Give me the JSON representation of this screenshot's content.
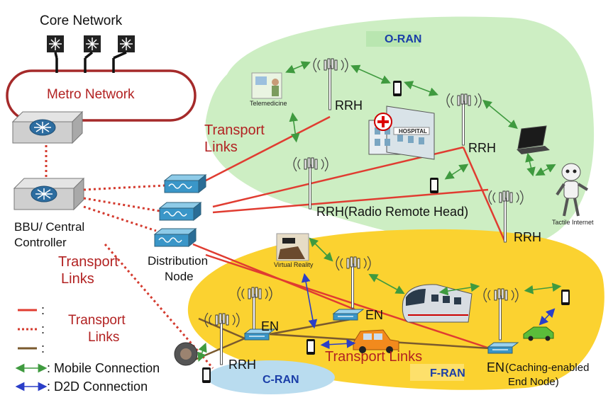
{
  "labels": {
    "core_network": "Core Network",
    "metro_network": "Metro Network",
    "bbu_line1": "BBU/ Central",
    "bbu_line2": "Controller",
    "distribution_line1": "Distribution",
    "distribution_line2": "Node",
    "transport_links_top_1": "Transport",
    "transport_links_top_2": "Links",
    "transport_links_left_1": "Transport",
    "transport_links_left_2": "Links",
    "transport_links_bottom": "Transport Links",
    "oran": "O-RAN",
    "fran": "F-RAN",
    "cran": "C-RAN",
    "rrh_1": "RRH",
    "rrh_2": "RRH",
    "rrh_3": "RRH(Radio Remote Head)",
    "rrh_4": "RRH",
    "rrh_5": "RRH",
    "en_1": "EN",
    "en_2": "EN",
    "en_3": "EN",
    "en_caching_1": "(Caching-enabled",
    "en_caching_2": "End Node)",
    "telemedicine": "Telemedicine",
    "hospital": "HOSPITAL",
    "tactile_internet": "Tactile Internet",
    "virtual_reality": "Virtual Reality"
  },
  "legend": {
    "colon_1": ":",
    "colon_2": ":",
    "colon_3": ":",
    "transport_1": "Transport",
    "transport_2": "Links",
    "mobile": ": Mobile Connection",
    "d2d": ": D2D Connection"
  },
  "colors": {
    "transport_solid": "#e03c31",
    "transport_dotted": "#d43b2f",
    "backhaul": "#7a5a2e",
    "mobile_connection": "#3f9a3f",
    "d2d_connection": "#2a3ec8",
    "oran_zone": "#cdeec3",
    "fran_zone": "#fbd230",
    "cran_zone": "#b9dcef",
    "label_red": "#b22222"
  }
}
